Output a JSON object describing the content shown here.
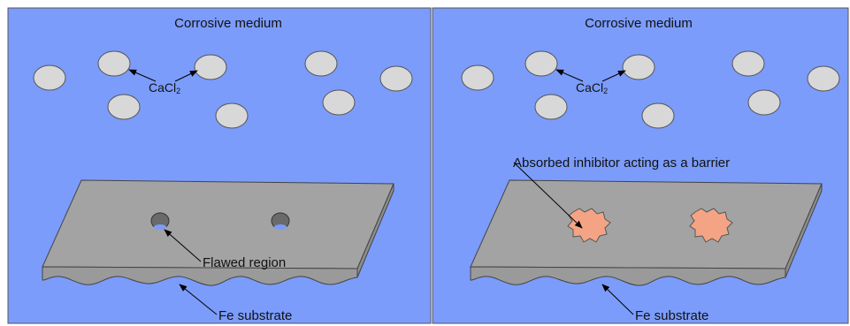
{
  "panels": [
    {
      "title": "Corrosive medium",
      "chemical": {
        "base": "CaCl",
        "subscript": "2"
      },
      "surface_label": "Flawed region",
      "substrate_label": "Fe substrate"
    },
    {
      "title": "Corrosive medium",
      "chemical": {
        "base": "CaCl",
        "subscript": "2"
      },
      "surface_label": "Absorbed inhibitor acting as a barrier",
      "substrate_label": "Fe substrate"
    }
  ],
  "colors": {
    "medium": "#7b9cfb",
    "particle": "#d8d8d8",
    "plate_top": "#a3a3a3",
    "plate_side": "#9a9a9a",
    "flaw": "#6a6a6a",
    "flaw_exposed": "#7b9cfb",
    "inhibitor": "#f4a484"
  }
}
